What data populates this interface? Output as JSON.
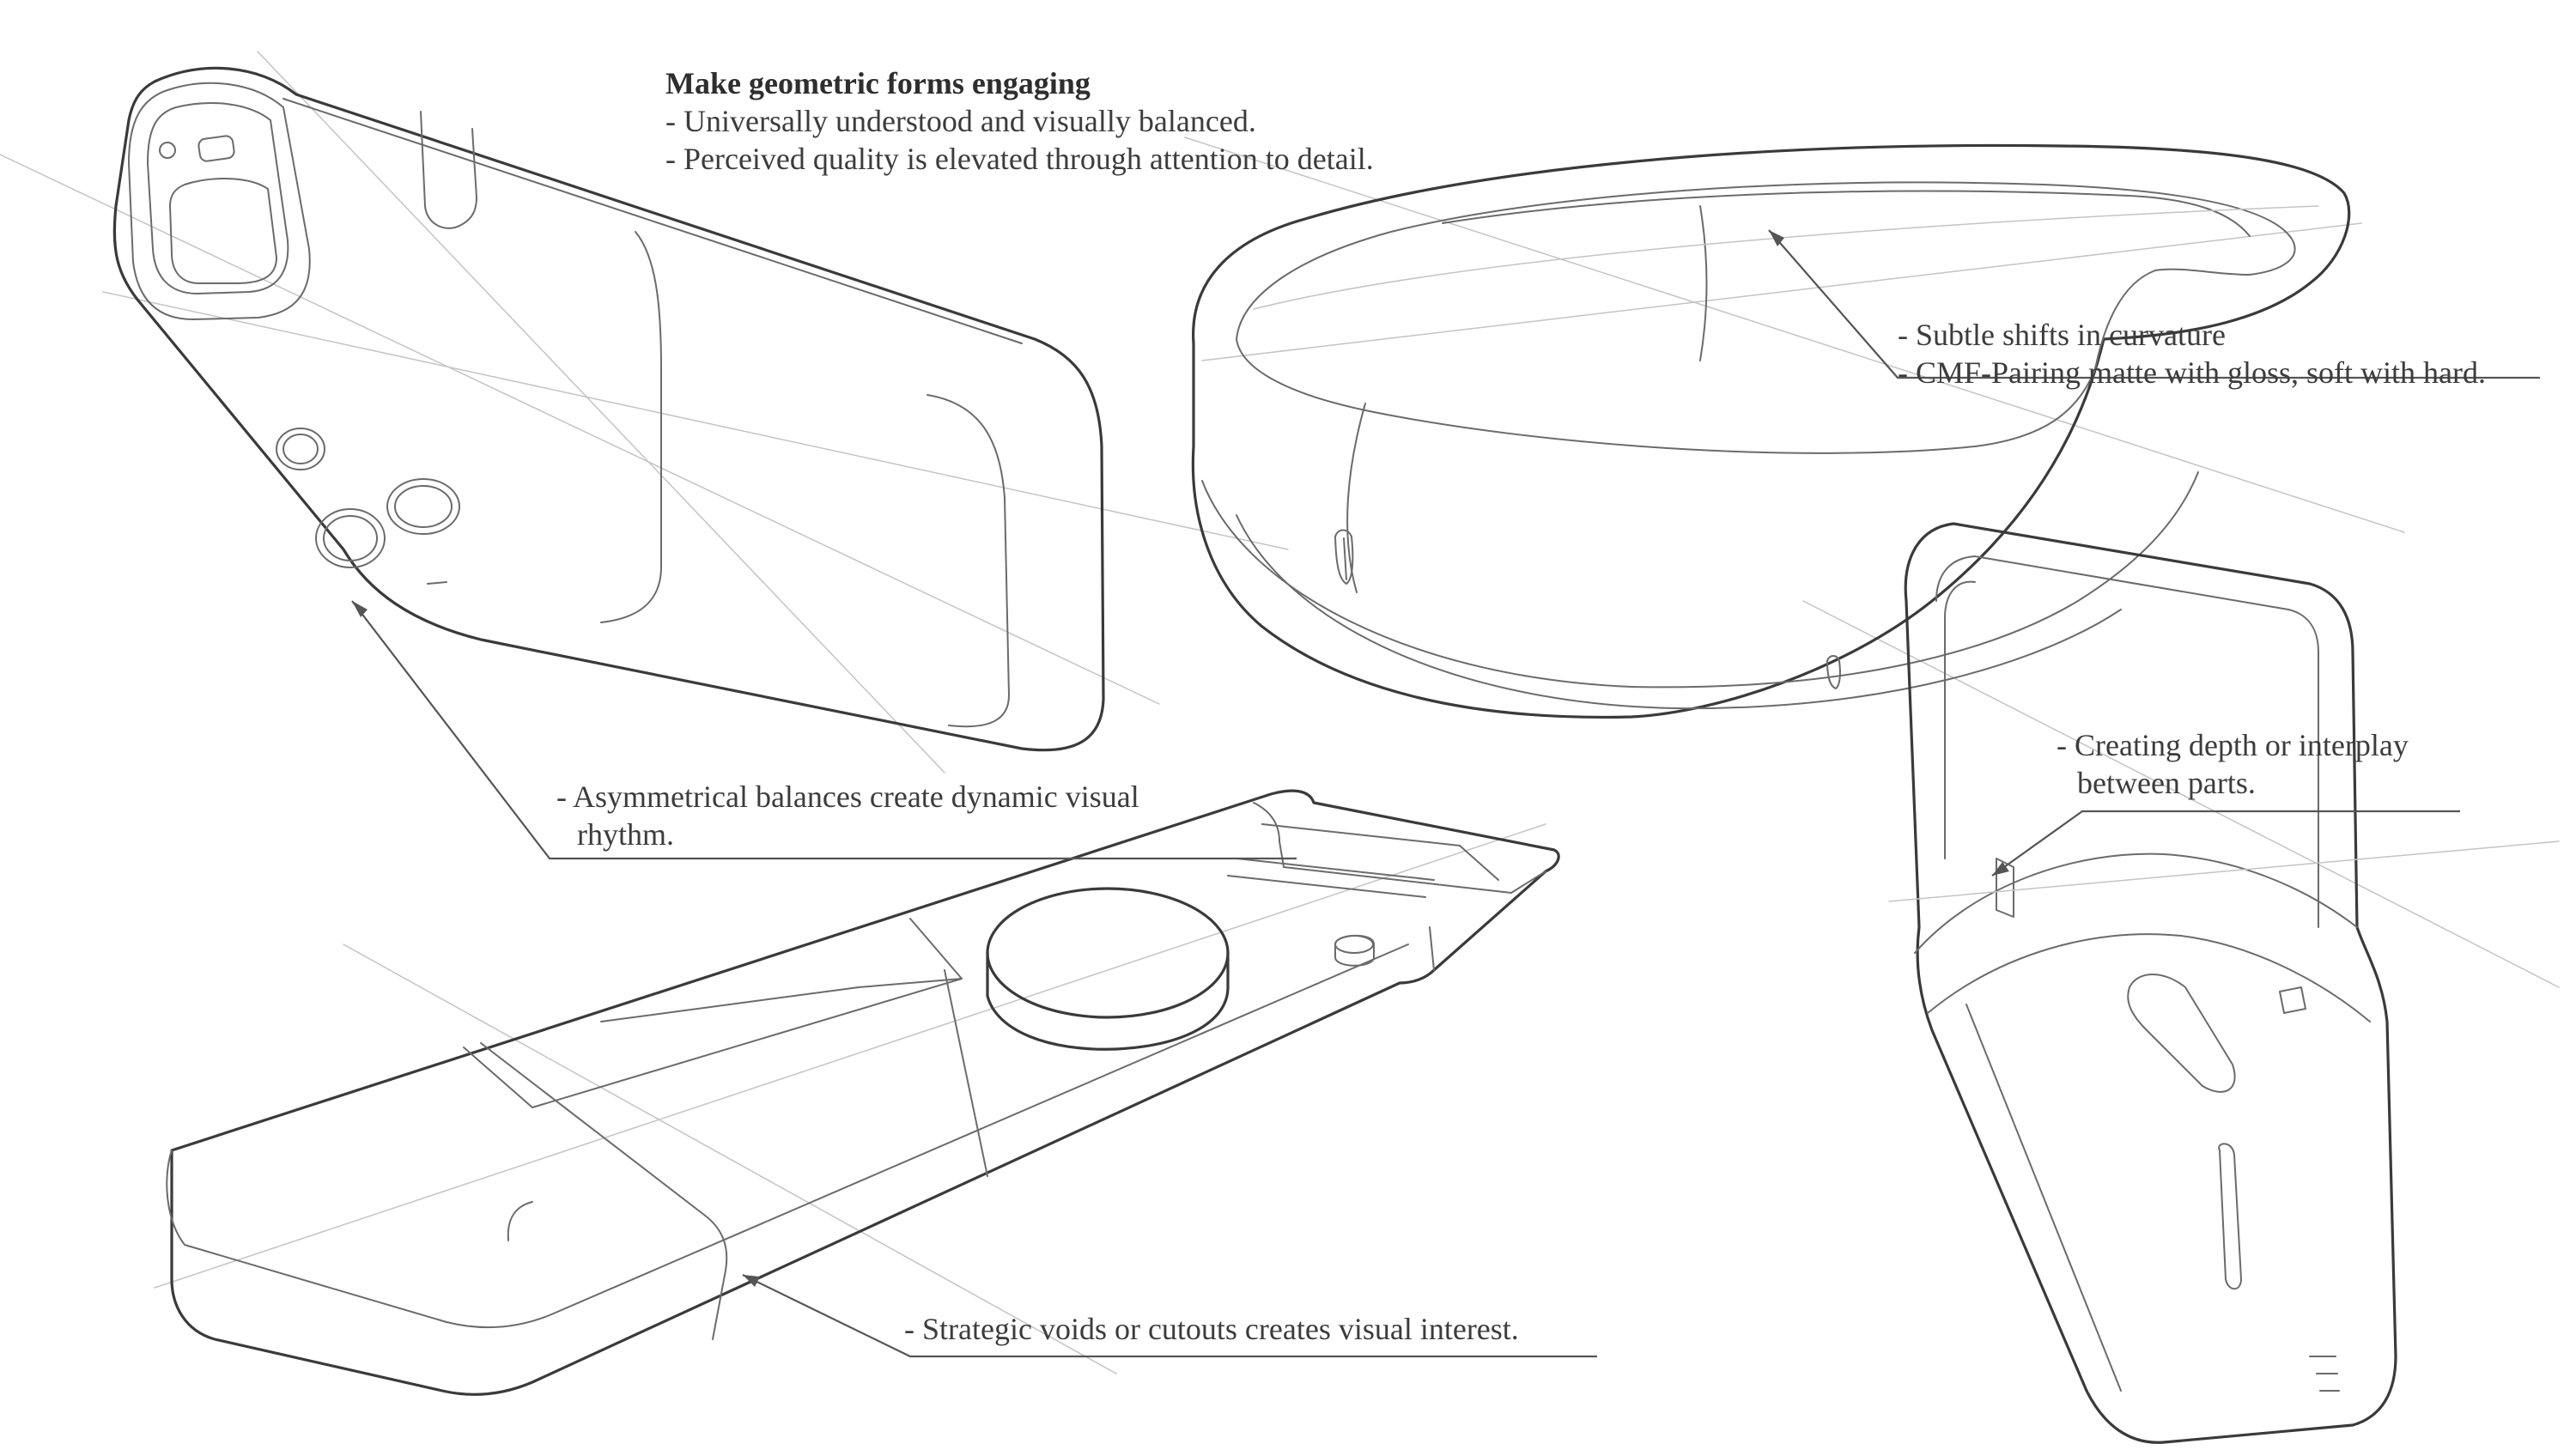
{
  "notes": {
    "geometric": {
      "title": "Make geometric forms engaging",
      "line1": "- Universally understood and visually balanced.",
      "line2": "- Perceived quality is elevated through attention to detail."
    },
    "curvature": {
      "line1": "- Subtle shifts in curvature",
      "line2": "- CMF-Pairing matte with gloss, soft with hard."
    },
    "asymmetry": {
      "line1": "- Asymmetrical balances create dynamic visual",
      "line2": "rhythm."
    },
    "depth": {
      "line1": "- Creating depth or interplay",
      "line2": "between parts."
    },
    "voids": {
      "line1": "- Strategic voids or cutouts creates visual interest."
    }
  },
  "colors": {
    "ink": "#3a3a3a",
    "pencil": "#6b6b6b",
    "construction": "#c4c4c4",
    "text": "#3c3c3c",
    "paper": "#ffffff"
  }
}
